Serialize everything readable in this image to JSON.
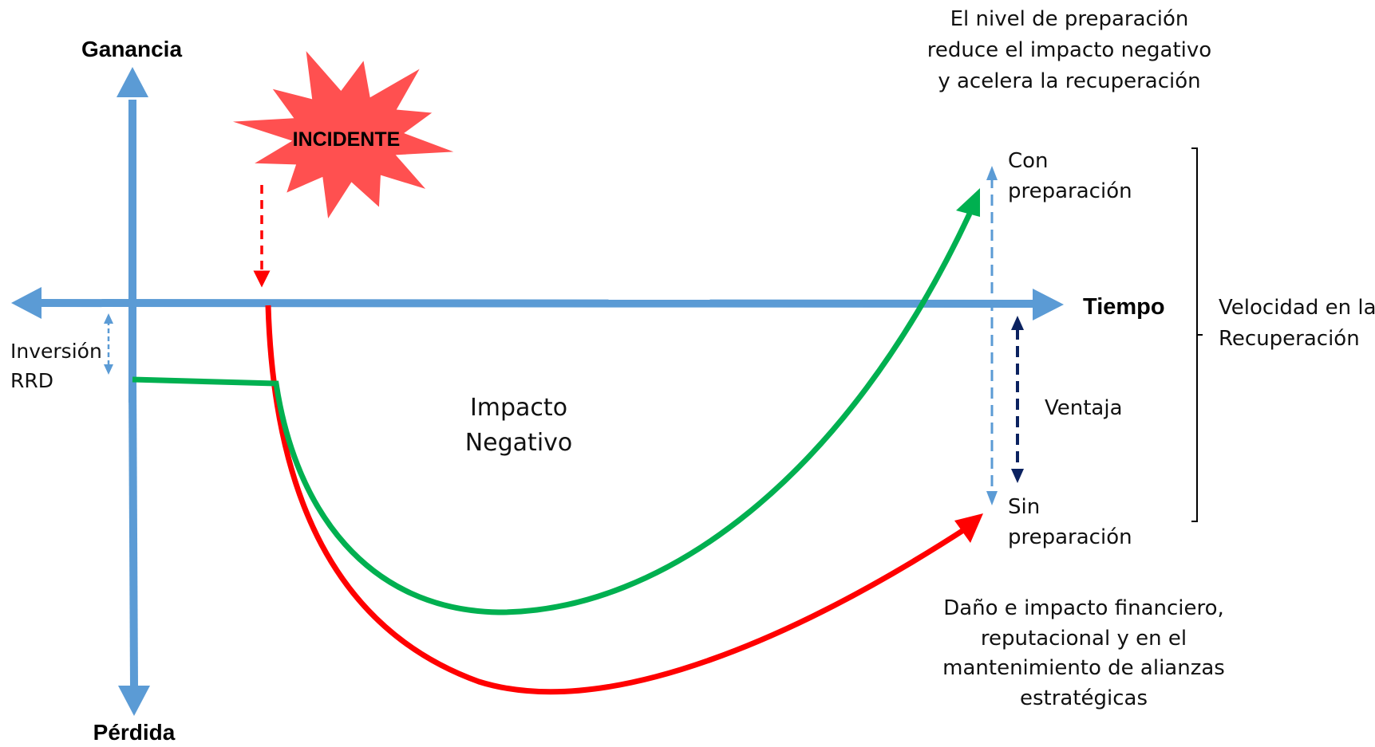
{
  "axes": {
    "y_top": "Ganancia",
    "y_bottom": "Pérdida",
    "x_right": "Tiempo"
  },
  "incident": {
    "label": "INCIDENTE"
  },
  "investment": {
    "line1": "Inversión",
    "line2": "RRD"
  },
  "impact": {
    "line1": "Impacto",
    "line2": "Negativo"
  },
  "preparedness_note": {
    "line1": "El nivel de preparación",
    "line2": "reduce el impacto negativo",
    "line3": "y acelera la recuperación"
  },
  "with_prep": {
    "line1": "Con",
    "line2": "preparación"
  },
  "without_prep": {
    "line1": "Sin",
    "line2": "preparación"
  },
  "advantage": "Ventaja",
  "recovery_speed": {
    "line1": "Velocidad en la",
    "line2": "Recuperación"
  },
  "damage_note": {
    "line1": "Daño e impacto financiero,",
    "line2": "reputacional y en el",
    "line3": "mantenimiento de alianzas",
    "line4": "estratégicas"
  },
  "colors": {
    "axis": "#5b9bd5",
    "green_curve": "#00b050",
    "red_curve": "#ff0000",
    "burst": "#ff5050",
    "dark_arrow": "#0b2260"
  }
}
